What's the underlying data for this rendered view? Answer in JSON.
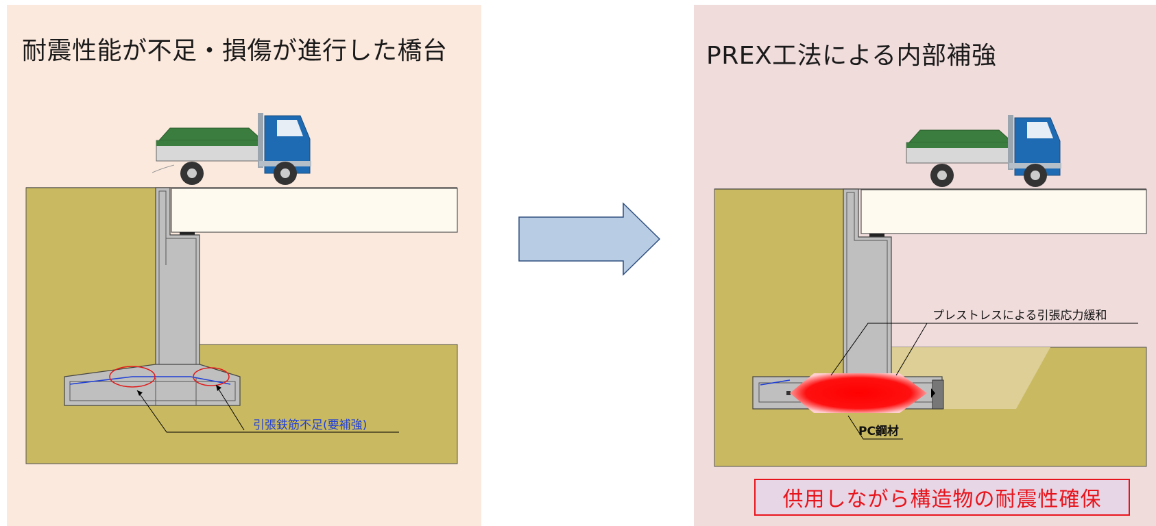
{
  "before": {
    "title": "耐震性能が不足・損傷が進行した橋台",
    "callout_rebar": "引張鉄筋不足(要補強)"
  },
  "after": {
    "title": "PREX工法による内部補強",
    "callout_prestress": "プレストレスによる引張応力緩和",
    "callout_pc": "PC鋼材",
    "banner": "供用しながら構造物の耐震性確保"
  },
  "colors": {
    "left_panel_bg": "#fce9dd",
    "right_panel_bg": "#f1dcdc",
    "soil": "#c9b961",
    "concrete": "#bfbfbf",
    "deck": "#fffaf0",
    "rebar_line": "#1f3fd6",
    "damage_circle": "#e01b1b",
    "prestress_zone": "#ff1010",
    "arrow_fill": "#b8cce4",
    "arrow_stroke": "#2f4f7f",
    "banner_text": "#e8141c",
    "truck_cab": "#1f6bb3",
    "truck_cover": "#3a7d3e"
  },
  "icons": {
    "truck": "truck-icon",
    "arrow": "right-arrow-icon"
  }
}
